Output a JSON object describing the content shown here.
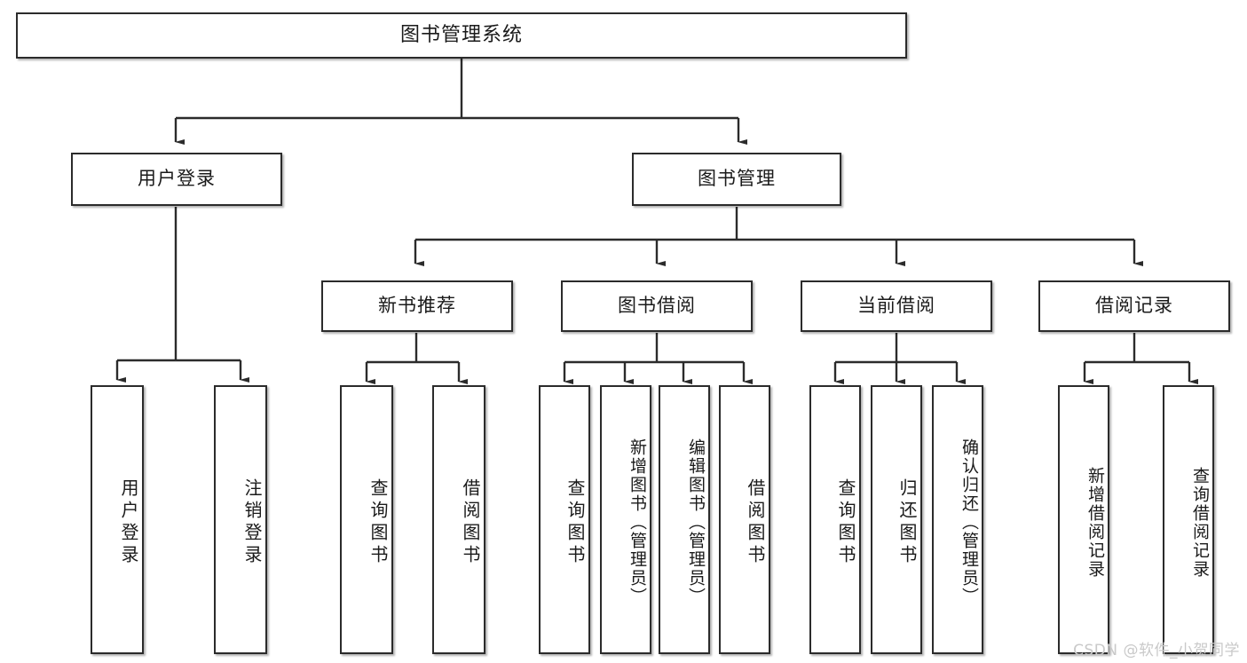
{
  "diagram": {
    "title": "图书管理系统",
    "type": "hierarchy-tree",
    "root": {
      "label": "图书管理系统"
    },
    "level2": [
      {
        "label": "用户登录"
      },
      {
        "label": "图书管理"
      }
    ],
    "level3": [
      {
        "label": "新书推荐"
      },
      {
        "label": "图书借阅"
      },
      {
        "label": "当前借阅"
      },
      {
        "label": "借阅记录"
      }
    ],
    "leaves": {
      "user_login": [
        {
          "label": "用户登录"
        },
        {
          "label": "注销登录"
        }
      ],
      "new_book_recommend": [
        {
          "label": "查询图书"
        },
        {
          "label": "借阅图书"
        }
      ],
      "book_borrow": [
        {
          "label": "查询图书"
        },
        {
          "label": "新增图书（管理员）"
        },
        {
          "label": "编辑图书（管理员）"
        },
        {
          "label": "借阅图书"
        }
      ],
      "current_borrow": [
        {
          "label": "查询图书"
        },
        {
          "label": "归还图书"
        },
        {
          "label": "确认归还（管理员）"
        }
      ],
      "borrow_record": [
        {
          "label": "新增借阅记录"
        },
        {
          "label": "查询借阅记录"
        }
      ]
    }
  },
  "watermark": {
    "text": "CSDN @软件_小贺同学"
  },
  "colors": {
    "border": "#2b2b2b",
    "background": "#ffffff",
    "text": "#1a1a1a",
    "watermark": "#c9c9c9"
  }
}
